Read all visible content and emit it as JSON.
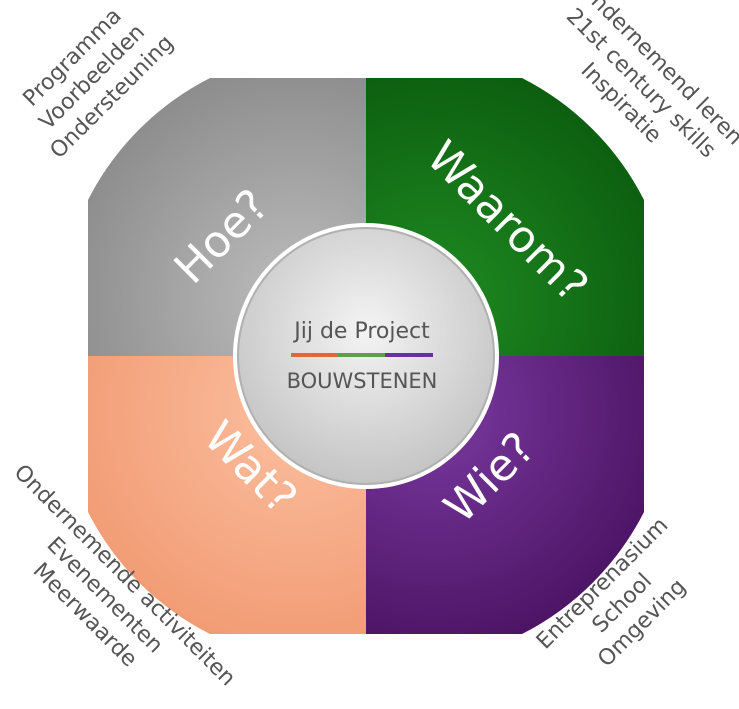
{
  "hub": {
    "title": "Jij de Project",
    "subtitle": "BOUWSTENEN",
    "underline_colors": [
      "#e0673a",
      "#5aa14a",
      "#6a2f9a"
    ]
  },
  "quadrants": {
    "hoe": {
      "label": "Hoe?",
      "color": "#9c9c9c",
      "items": [
        "Programma",
        "Voorbeelden",
        "Ondersteuning"
      ]
    },
    "waarom": {
      "label": "Waarom?",
      "color": "#0f6e12",
      "items": [
        "Ondernemend leren",
        "21st century skills",
        "Inspiratie"
      ]
    },
    "wat": {
      "label": "Wat?",
      "color": "#f4a27c",
      "items": [
        "Ondernemende activiteiten",
        "Evenementen",
        "Meerwaarde"
      ]
    },
    "wie": {
      "label": "Wie?",
      "color": "#54186f",
      "items": [
        "Entreprenasium",
        "School",
        "Omgeving"
      ]
    }
  }
}
